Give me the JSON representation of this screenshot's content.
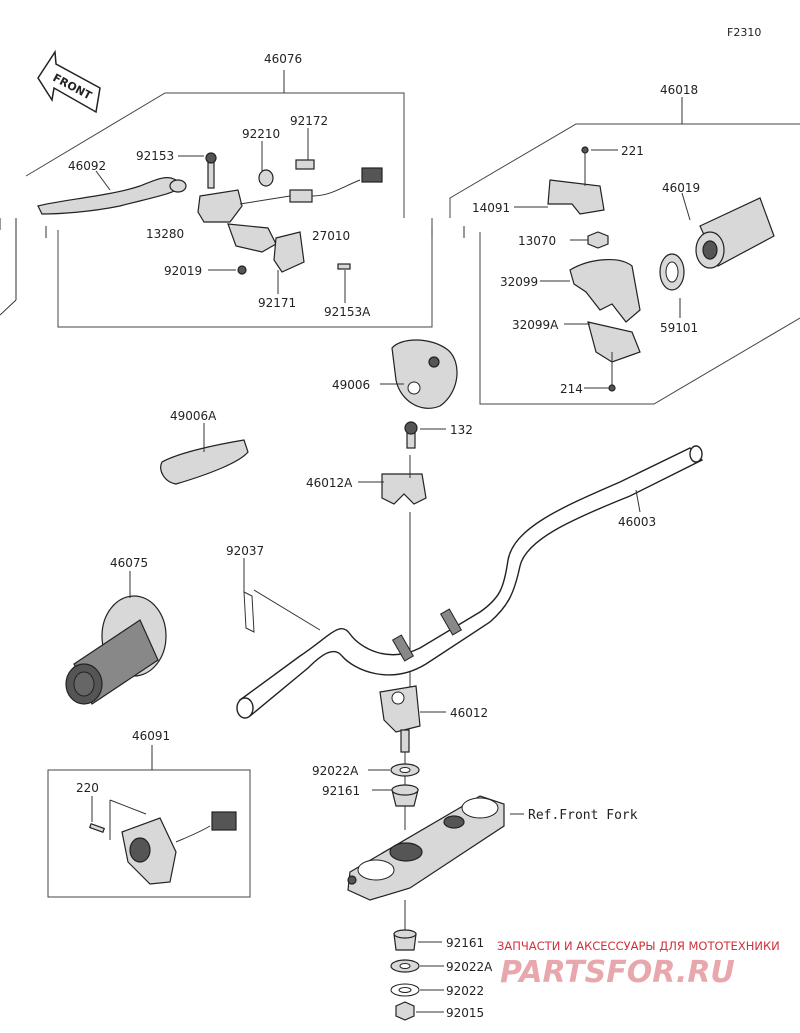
{
  "figure_code": "F2310",
  "front_label": "FRONT",
  "ref_label": "Ref.Front Fork",
  "watermark": {
    "subtitle": "ЗАПЧАСТИ И АКСЕССУАРЫ ДЛЯ МОТОТЕХНИКИ",
    "logo": "PARTSFOR.RU"
  },
  "parts": [
    {
      "label": "46076"
    },
    {
      "label": "46092"
    },
    {
      "label": "92153"
    },
    {
      "label": "92210"
    },
    {
      "label": "92172"
    },
    {
      "label": "13280"
    },
    {
      "label": "27010"
    },
    {
      "label": "92019"
    },
    {
      "label": "92171"
    },
    {
      "label": "92153A"
    },
    {
      "label": "46018"
    },
    {
      "label": "221"
    },
    {
      "label": "46019"
    },
    {
      "label": "14091"
    },
    {
      "label": "13070"
    },
    {
      "label": "32099"
    },
    {
      "label": "32099A"
    },
    {
      "label": "59101"
    },
    {
      "label": "214"
    },
    {
      "label": "49006"
    },
    {
      "label": "49006A"
    },
    {
      "label": "132"
    },
    {
      "label": "46012A"
    },
    {
      "label": "46003"
    },
    {
      "label": "92037"
    },
    {
      "label": "46075"
    },
    {
      "label": "46012"
    },
    {
      "label": "46091"
    },
    {
      "label": "220"
    },
    {
      "label": "92022A"
    },
    {
      "label": "92161"
    },
    {
      "label": "92161"
    },
    {
      "label": "92022A"
    },
    {
      "label": "92022"
    },
    {
      "label": "92015"
    }
  ]
}
